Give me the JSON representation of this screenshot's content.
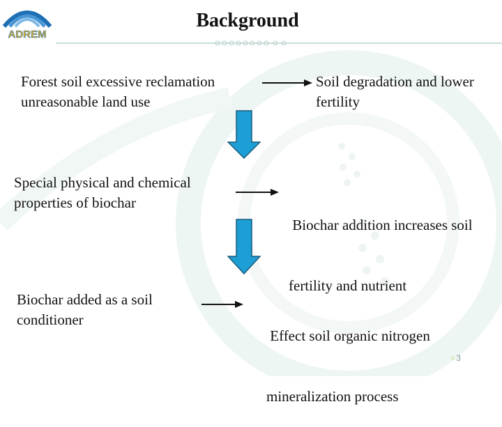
{
  "logo": {
    "text": "ADREM"
  },
  "title": "Background",
  "rows": [
    {
      "left": [
        "Forest soil excessive reclamation",
        "unreasonable land use"
      ],
      "right": [
        "Soil degradation and lower",
        "fertility"
      ]
    },
    {
      "left": [
        "Special physical and chemical",
        "properties of biochar"
      ],
      "right": [
        " Biochar addition increases soil",
        "fertility and nutrient"
      ]
    },
    {
      "left": [
        "Biochar added as a soil",
        "conditioner"
      ],
      "right": [
        " Effect soil organic nitrogen",
        "mineralization process"
      ]
    }
  ],
  "page_number": "3",
  "colors": {
    "arrow_fill": "#1d9ed4",
    "arrow_stroke": "#1a5b7a",
    "rule": "#8fbfb8",
    "logo_blue": "#1f6fb5",
    "logo_gold": "#e9b422"
  }
}
